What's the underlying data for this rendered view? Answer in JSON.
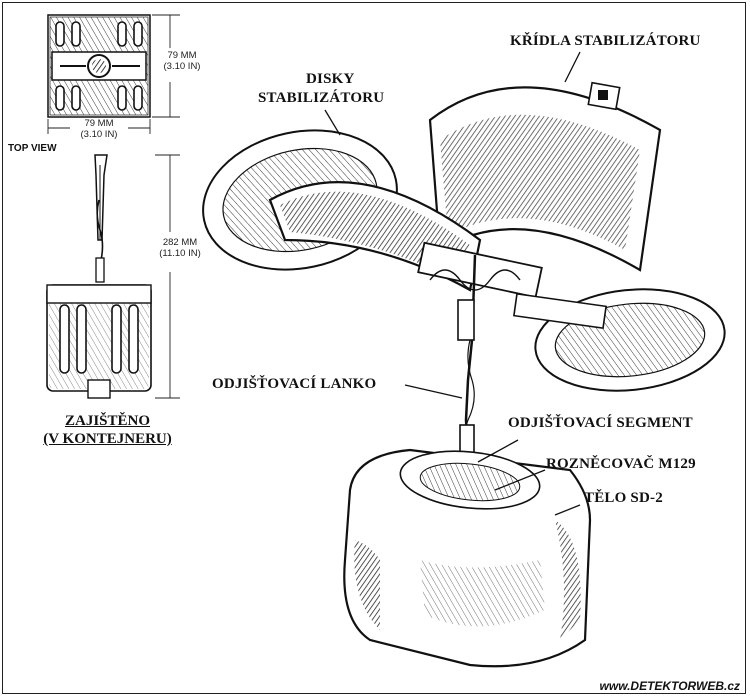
{
  "labels": {
    "stabilizer_wings": "KŘÍDLA STABILIZÁTORU",
    "stabilizer_discs_line1": "DISKY",
    "stabilizer_discs_line2": "STABILIZÁTORU",
    "arming_wire": "ODJIŠŤOVACÍ LANKO",
    "arming_segment": "ODJIŠŤOVACÍ SEGMENT",
    "fuze": "ROZNĚCOVAČ M129",
    "body": "TĚLO SD-2"
  },
  "caption": {
    "line1": "ZAJIŠTĚNO",
    "line2": "(V KONTEJNERU)"
  },
  "top_view": {
    "label": "TOP VIEW",
    "height_mm": "79 MM",
    "height_in": "(3.10 IN)",
    "width_mm": "79 MM",
    "width_in": "(3.10 IN)"
  },
  "side_view": {
    "length_mm": "282 MM",
    "length_in": "(11.10 IN)"
  },
  "watermark": "www.DETEKTORWEB.cz"
}
